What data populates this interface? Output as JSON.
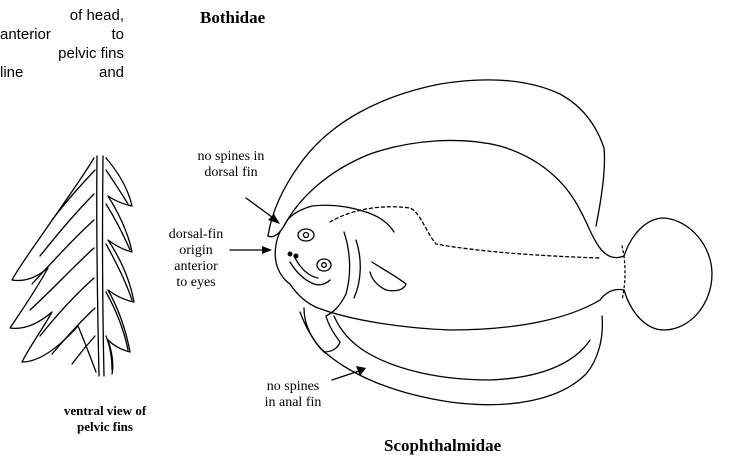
{
  "snippet": {
    "lines": [
      "of head,",
      "anterior to",
      "pelvic fins",
      "line and"
    ]
  },
  "families": {
    "top": "Bothidae",
    "bottom": "Scophthalmidae"
  },
  "labels": {
    "dorsal_spines": [
      "no spines in",
      "dorsal fin"
    ],
    "dorsal_origin": [
      "dorsal-fin",
      "origin",
      "anterior",
      "to eyes"
    ],
    "anal_spines": [
      "no spines",
      "in anal fin"
    ]
  },
  "pelvic_caption": [
    "ventral view of",
    "pelvic fins"
  ],
  "colors": {
    "ink": "#000000",
    "paper": "#ffffff"
  }
}
